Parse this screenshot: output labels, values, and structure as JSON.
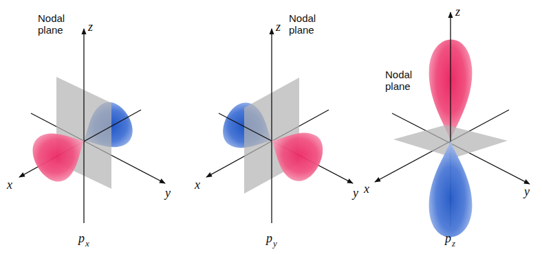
{
  "diagram": {
    "labels": [
      "Nodal plane",
      "z",
      "x",
      "y",
      "p",
      "x",
      "Nodal plane",
      "z",
      "x",
      "y",
      "p",
      "y",
      "Nodal plane",
      "z",
      "x",
      "y",
      "p",
      "z"
    ]
  }
}
